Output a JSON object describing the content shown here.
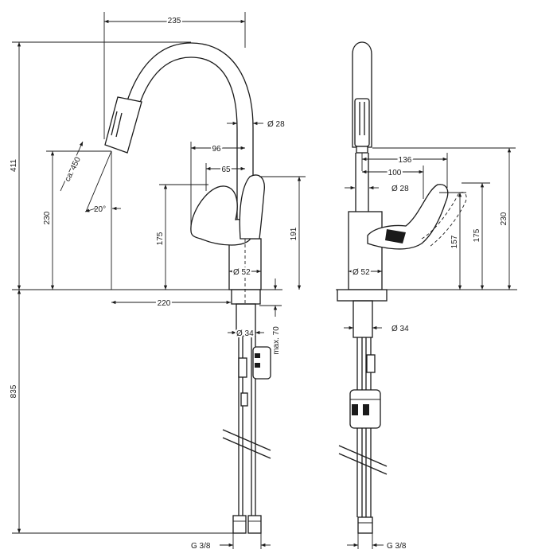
{
  "front_view": {
    "spout_reach": "235",
    "spout_diameter": "Ø 28",
    "handle_reach_96": "96",
    "handle_reach_65": "65",
    "total_height": "411",
    "pullout_length": "ca. 450",
    "swivel_angle": "20°",
    "outlet_height": "230",
    "handle_height_175": "175",
    "handle_height_191": "191",
    "base_diameter": "Ø 52",
    "outlet_reach": "220",
    "shank_diameter": "Ø 34",
    "max_counter_thickness": "max. 70",
    "hose_length": "835",
    "connection_thread": "G 3/8"
  },
  "side_view": {
    "handle_reach_136": "136",
    "handle_reach_100": "100",
    "spout_diameter": "Ø 28",
    "total_height_230": "230",
    "handle_height_157": "157",
    "handle_height_175": "175",
    "base_diameter": "Ø 52",
    "shank_diameter": "Ø 34",
    "connection_thread": "G 3/8"
  }
}
